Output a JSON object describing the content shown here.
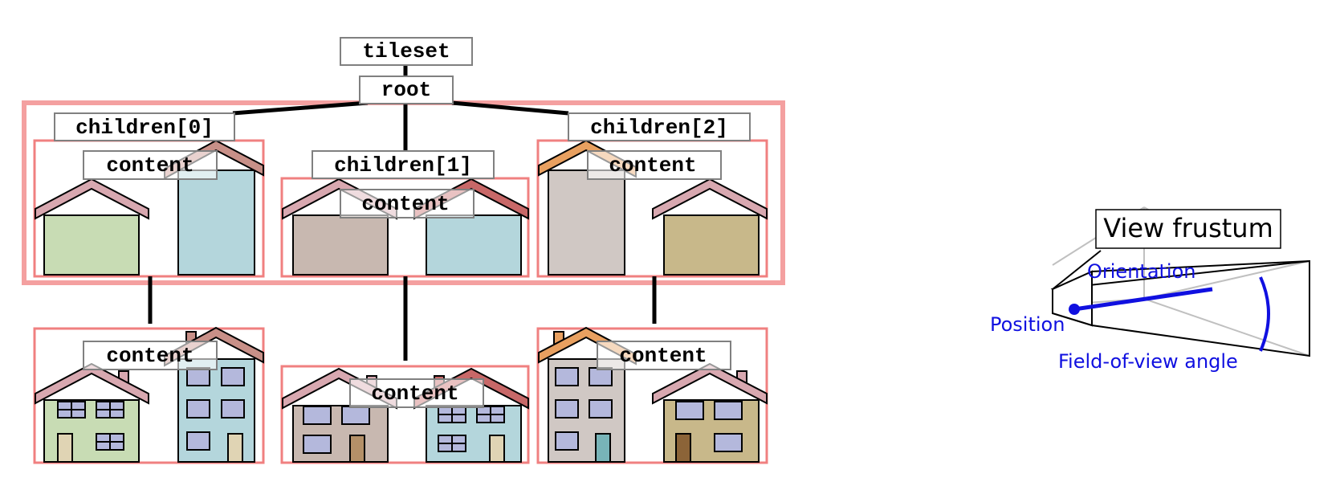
{
  "tree": {
    "tileset_label": "tileset",
    "root_label": "root",
    "children0_label": "children[0]",
    "children1_label": "children[1]",
    "children2_label": "children[2]",
    "content_label": "content"
  },
  "frustum": {
    "title": "View frustum",
    "orientation_label": "Orientation",
    "position_label": "Position",
    "fov_label": "Field-of-view angle"
  },
  "colors": {
    "bounding_volume": "#f08080",
    "label_accent": "#1010e0",
    "house_green": "#c8dcb4",
    "house_blue": "#b4d6dc",
    "house_taupe": "#c8b8b0",
    "house_gray": "#d0c8c4",
    "house_khaki": "#c8b88a",
    "window": "#b4b8dc"
  }
}
